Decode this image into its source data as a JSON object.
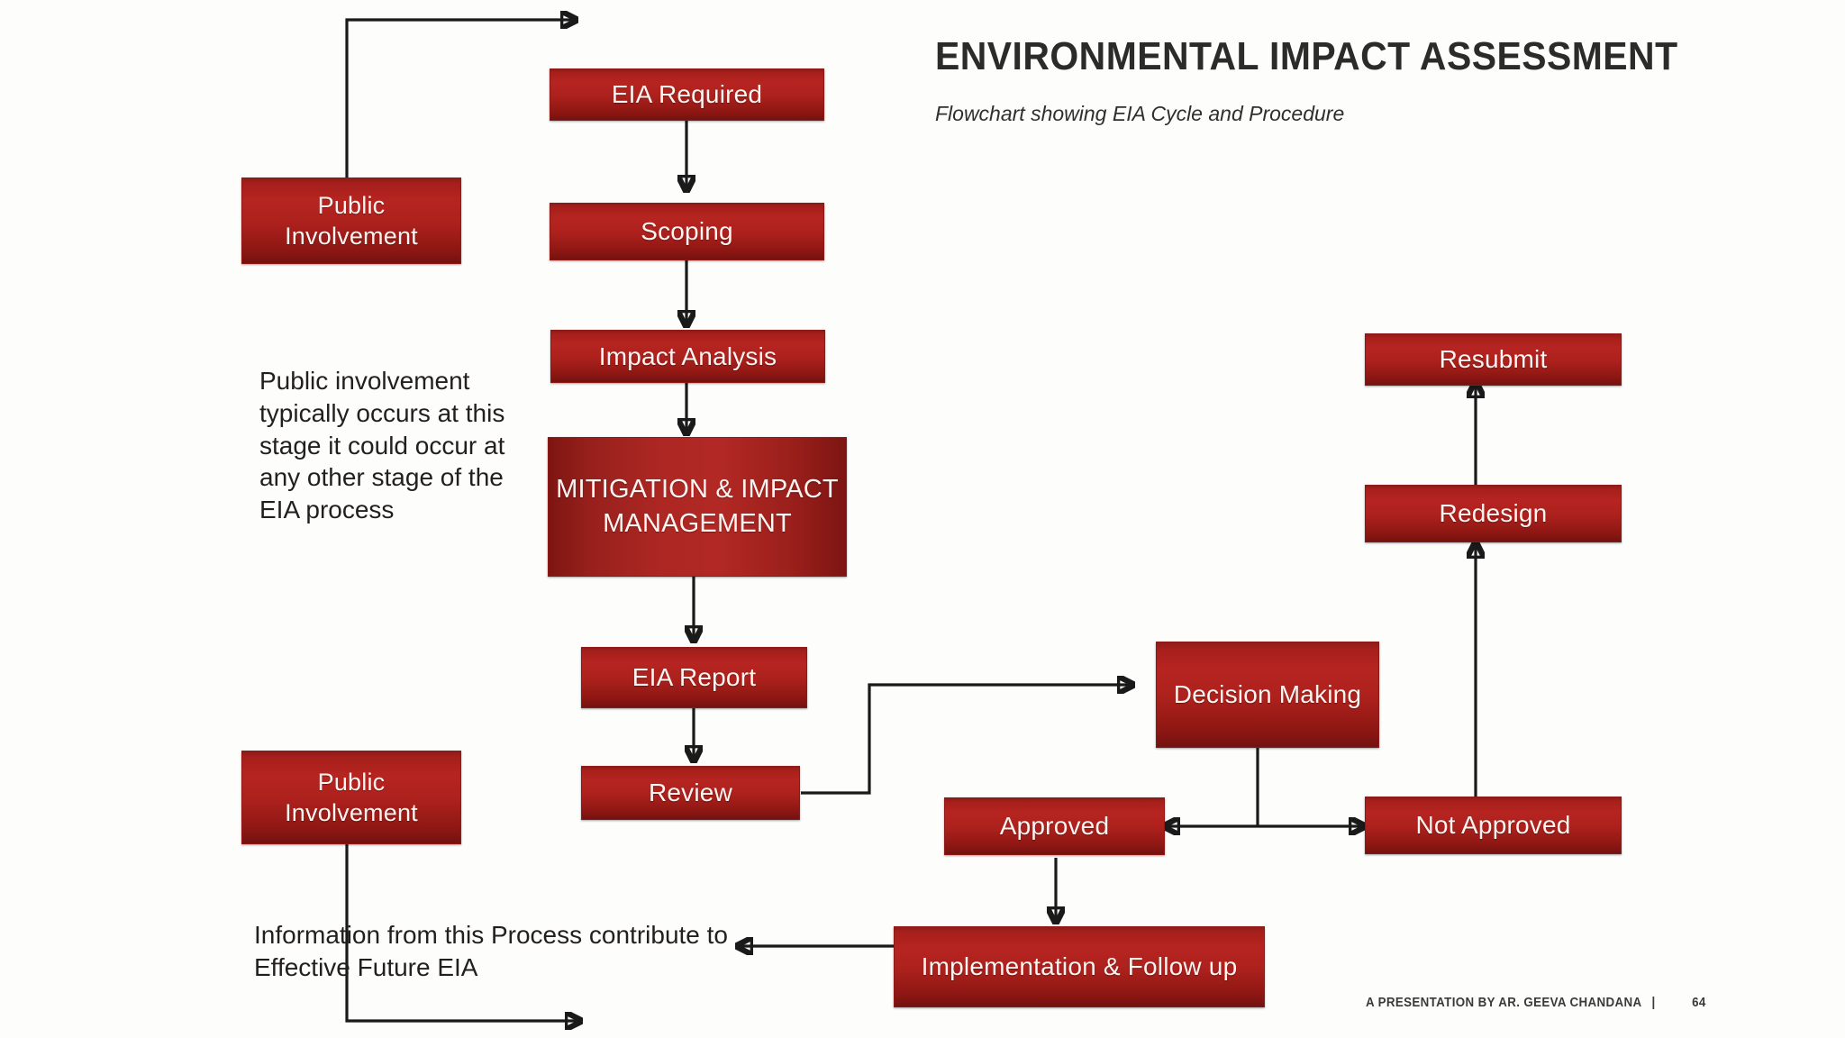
{
  "header": {
    "title": "ENVIRONMENTAL IMPACT ASSESSMENT",
    "subtitle": "Flowchart showing EIA Cycle and Procedure"
  },
  "footer": {
    "credit": "A PRESENTATION BY AR. GEEVA CHANDANA",
    "separator": "|",
    "page": "64"
  },
  "theme": {
    "box_fill_light": "#b62420",
    "box_fill_dark": "#731210",
    "box_border": "#8d1a16",
    "box_text": "#fdf4f1",
    "background": "#fdfdfc",
    "connector": "#1a1a1a",
    "body_text": "#231f20"
  },
  "nodes": {
    "eia_required": "EIA Required",
    "scoping": "Scoping",
    "impact_analysis": "Impact Analysis",
    "mitigation": "MITIGATION & IMPACT MANAGEMENT",
    "eia_report": "EIA Report",
    "review": "Review",
    "public_involvement_top": "Public Involvement",
    "public_involvement_bottom": "Public Involvement",
    "decision_making": "Decision Making",
    "approved": "Approved",
    "not_approved": "Not Approved",
    "redesign": "Redesign",
    "resubmit": "Resubmit",
    "implementation": "Implementation & Follow up"
  },
  "notes": {
    "public_involvement_note": "Public involvement typically occurs at this stage it could occur at any other stage of the EIA process",
    "feedback_note": "Information from this Process contribute to Effective Future EIA"
  },
  "chart_data": {
    "type": "diagram",
    "title": "ENVIRONMENTAL IMPACT ASSESSMENT",
    "subtitle": "Flowchart showing EIA Cycle and Procedure",
    "nodes": [
      "EIA Required",
      "Scoping",
      "Impact Analysis",
      "MITIGATION & IMPACT MANAGEMENT",
      "EIA Report",
      "Review",
      "Public Involvement",
      "Decision Making",
      "Approved",
      "Not Approved",
      "Redesign",
      "Resubmit",
      "Implementation & Follow up"
    ],
    "edges": [
      {
        "from": "EIA Required",
        "to": "Scoping"
      },
      {
        "from": "Scoping",
        "to": "Impact Analysis"
      },
      {
        "from": "Impact Analysis",
        "to": "MITIGATION & IMPACT MANAGEMENT"
      },
      {
        "from": "MITIGATION & IMPACT MANAGEMENT",
        "to": "EIA Report"
      },
      {
        "from": "EIA Report",
        "to": "Review"
      },
      {
        "from": "Review",
        "to": "Decision Making"
      },
      {
        "from": "Decision Making",
        "to": "Approved"
      },
      {
        "from": "Decision Making",
        "to": "Not Approved"
      },
      {
        "from": "Not Approved",
        "to": "Redesign"
      },
      {
        "from": "Redesign",
        "to": "Resubmit"
      },
      {
        "from": "Approved",
        "to": "Implementation & Follow up"
      },
      {
        "from": "Implementation & Follow up",
        "to": "Information from this Process contribute to Effective Future EIA"
      },
      {
        "from": "Public Involvement (top)",
        "to": "EIA Required flow"
      },
      {
        "from": "Public Involvement (bottom)",
        "to": "Effective Future EIA feedback"
      }
    ]
  }
}
